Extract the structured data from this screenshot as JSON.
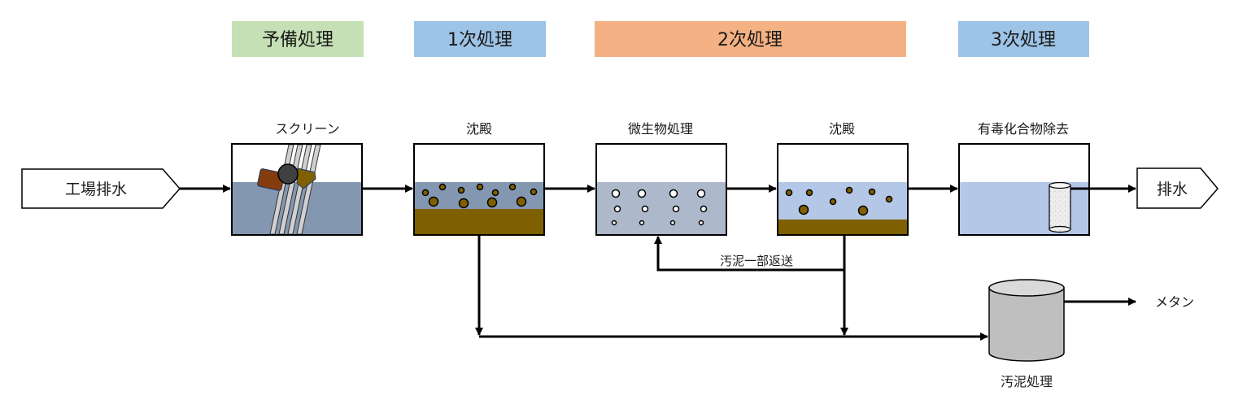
{
  "stages": [
    {
      "label": "予備処理",
      "color": "#c5e0b4"
    },
    {
      "label": "1次処理",
      "color": "#9dc3e6"
    },
    {
      "label": "2次処理",
      "color": "#f4b183"
    },
    {
      "label": "3次処理",
      "color": "#9dc3e6"
    }
  ],
  "input": {
    "label": "工場排水"
  },
  "output": {
    "label": "排水"
  },
  "units": [
    {
      "label": "スクリーン",
      "water_color": "#8497b0"
    },
    {
      "label": "沈殿",
      "water_color": "#8497b0",
      "sludge_color": "#7f6000"
    },
    {
      "label": "微生物処理",
      "water_color": "#adb9ca"
    },
    {
      "label": "沈殿",
      "water_color": "#b4c7e7",
      "sludge_color": "#7f6000"
    },
    {
      "label": "有毒化合物除去",
      "water_color": "#b4c7e7"
    }
  ],
  "return_flow": {
    "label": "汚泥一部返送"
  },
  "sludge_treatment": {
    "label": "汚泥処理",
    "color": "#bfbfbf"
  },
  "methane": {
    "label": "メタン"
  },
  "particle_color": "#7f6000"
}
